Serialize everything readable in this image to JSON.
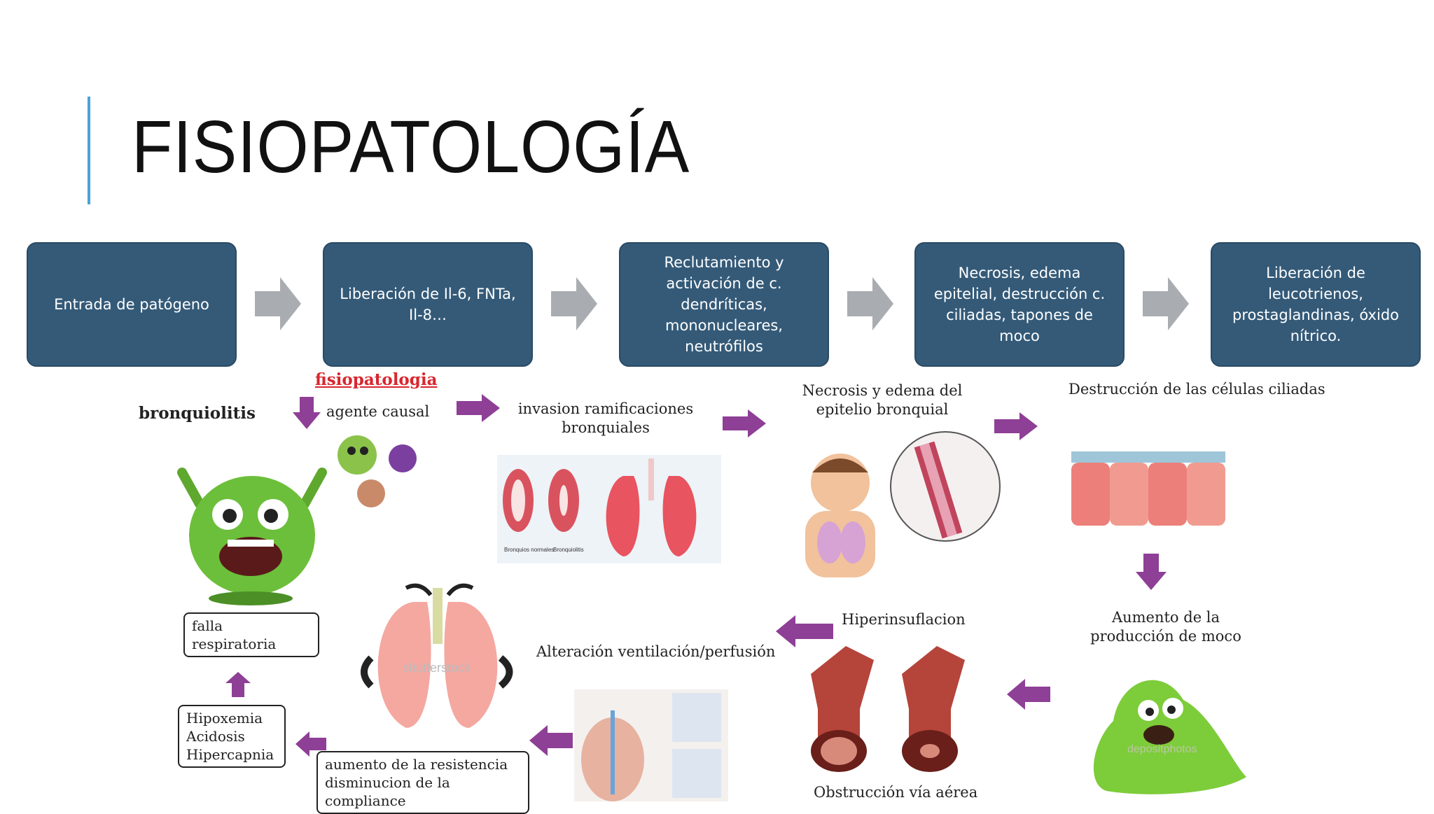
{
  "slide": {
    "title": "FISIOPATOLOGÍA"
  },
  "steps": [
    {
      "label": "Entrada de patógeno"
    },
    {
      "label": "Liberación de Il-6, FNTa, Il-8…"
    },
    {
      "label": "Reclutamiento y activación de c. dendríticas, mononucleares, neutrófilos"
    },
    {
      "label": "Necrosis, edema epitelial, destrucción c. ciliadas, tapones de moco"
    },
    {
      "label": "Liberación de leucotrienos, prostaglandinas, óxido nítrico."
    }
  ],
  "diagram": {
    "heading": "fisiopatologia",
    "bronquiolitis": "bronquiolitis",
    "agente_causal": "agente causal",
    "invasion": "invasion ramificaciones bronquiales",
    "necrosis": "Necrosis y edema del epitelio bronquial",
    "destruccion": "Destrucción de las células ciliadas",
    "aumento_moco": "Aumento de la producción de moco",
    "hiperinsuflacion": "Hiperinsuflacion",
    "alteracion": "Alteración ventilación/perfusión",
    "obstruccion": "Obstrucción vía aérea",
    "resistencia": "aumento de la resistencia disminucion de la compliance",
    "hipoxemia": "Hipoxemia Acidosis Hipercapnia",
    "falla": "falla respiratoria",
    "watermark1": "shutterstock",
    "watermark2": "depositphotos",
    "bronquios_normales": "Bronquios normales",
    "bronquiolitis_label": "Bronquiolitis"
  },
  "colors": {
    "step_bg": "#345a78",
    "accent": "#4aa3d8",
    "gray_arrow": "#a9adb1",
    "purple_arrow": "#8e3f96"
  }
}
